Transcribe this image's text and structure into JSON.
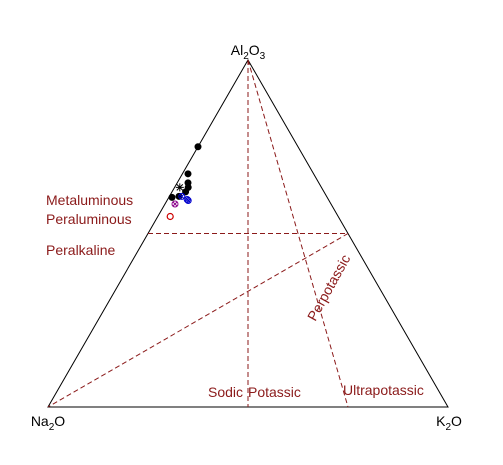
{
  "chart_data": {
    "type": "scatter",
    "diagram": "ternary",
    "apices": {
      "top": {
        "base": "Al",
        "sub1": "2",
        "mid": "O",
        "sub2": "3"
      },
      "left": {
        "base": "Na",
        "sub1": "2",
        "mid": "O",
        "sub2": ""
      },
      "right": {
        "base": "K",
        "sub1": "2",
        "mid": "O",
        "sub2": ""
      }
    },
    "field_labels": {
      "metaluminous": "Metaluminous",
      "peraluminous": "Peraluminous",
      "peralkaline": "Peralkaline",
      "sodic": "Sodic",
      "potassic": "Potassic",
      "ultrapotassic": "Ultrapotassic",
      "perpotassic": "Perpotassic"
    },
    "boundaries": [
      {
        "id": "al-equals-alkali",
        "from": {
          "al2o3": 0.5,
          "na2o": 0.5,
          "k2o": 0.0
        },
        "to": {
          "al2o3": 0.5,
          "na2o": 0.0,
          "k2o": 0.5
        }
      },
      {
        "id": "na-equals-k",
        "from": {
          "al2o3": 1.0,
          "na2o": 0.0,
          "k2o": 0.0
        },
        "to": {
          "al2o3": 0.0,
          "na2o": 0.5,
          "k2o": 0.5
        }
      },
      {
        "id": "al-equals-k",
        "from": {
          "al2o3": 0.5,
          "na2o": 0.0,
          "k2o": 0.5
        },
        "to": {
          "al2o3": 0.0,
          "na2o": 1.0,
          "k2o": 0.0
        }
      },
      {
        "id": "ultrapotassic",
        "from": {
          "al2o3": 1.0,
          "na2o": 0.0,
          "k2o": 0.0
        },
        "to": {
          "al2o3": 0.0,
          "na2o": 0.25,
          "k2o": 0.75
        }
      }
    ],
    "series": [
      {
        "marker": "filled-circle",
        "color": "#000000",
        "points": [
          {
            "al2o3": 0.75,
            "na2o": 0.25,
            "k2o": 0.0
          },
          {
            "al2o3": 0.672,
            "na2o": 0.314,
            "k2o": 0.014
          },
          {
            "al2o3": 0.646,
            "na2o": 0.327,
            "k2o": 0.027
          },
          {
            "al2o3": 0.633,
            "na2o": 0.333,
            "k2o": 0.034
          },
          {
            "al2o3": 0.62,
            "na2o": 0.346,
            "k2o": 0.034
          },
          {
            "al2o3": 0.607,
            "na2o": 0.369,
            "k2o": 0.024
          },
          {
            "al2o3": 0.604,
            "na2o": 0.388,
            "k2o": 0.008
          }
        ]
      },
      {
        "marker": "asterisk",
        "color": "#000000",
        "points": [
          {
            "al2o3": 0.633,
            "na2o": 0.354,
            "k2o": 0.013
          }
        ]
      },
      {
        "marker": "open-circle-x",
        "color": "#0000cd",
        "points": [
          {
            "al2o3": 0.607,
            "na2o": 0.362,
            "k2o": 0.031
          },
          {
            "al2o3": 0.598,
            "na2o": 0.353,
            "k2o": 0.049
          },
          {
            "al2o3": 0.595,
            "na2o": 0.352,
            "k2o": 0.053
          }
        ]
      },
      {
        "marker": "open-circle-x",
        "color": "#8b008b",
        "points": [
          {
            "al2o3": 0.585,
            "na2o": 0.39,
            "k2o": 0.025
          }
        ]
      },
      {
        "marker": "open-circle",
        "color": "#cd0000",
        "points": [
          {
            "al2o3": 0.549,
            "na2o": 0.42,
            "k2o": 0.031
          }
        ]
      }
    ],
    "colors": {
      "frame": "#000000",
      "boundary": "#8b1a1a",
      "label": "#8b1a1a"
    }
  }
}
